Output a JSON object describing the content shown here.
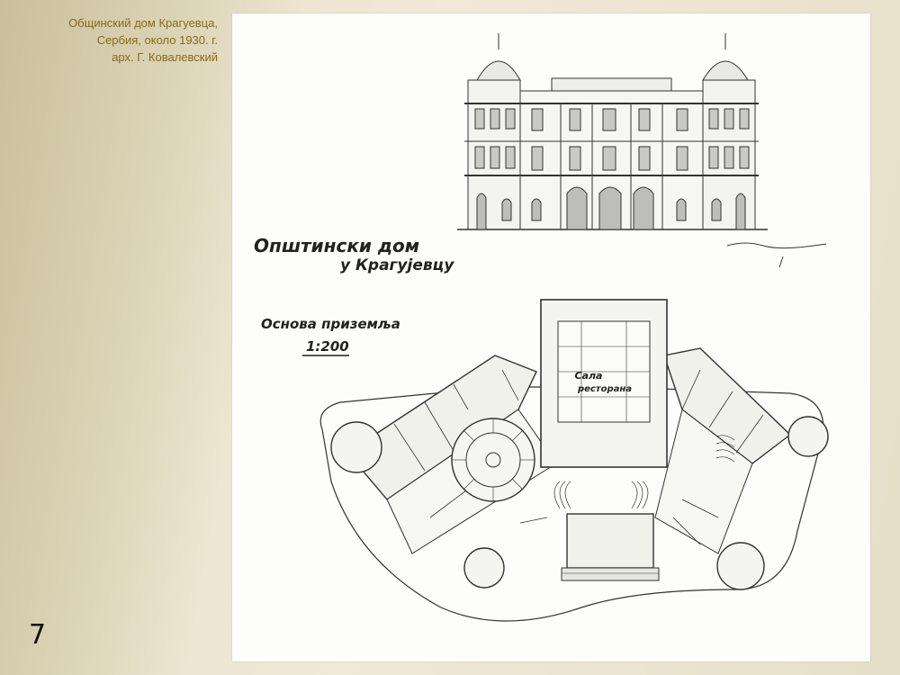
{
  "caption": {
    "line1": "Общинский дом Крагуевца,",
    "line2": "Сербия, около 1930. г.",
    "line3": "арх.  Г. Ковалевский"
  },
  "slide_number": "7",
  "drawing": {
    "title_line1": "Општински дом",
    "title_line2": "у Крагујевцу",
    "plan_label": "Основа приземља",
    "scale": "1:200",
    "hall_label_line1": "Сала",
    "hall_label_line2": "ресторана"
  }
}
